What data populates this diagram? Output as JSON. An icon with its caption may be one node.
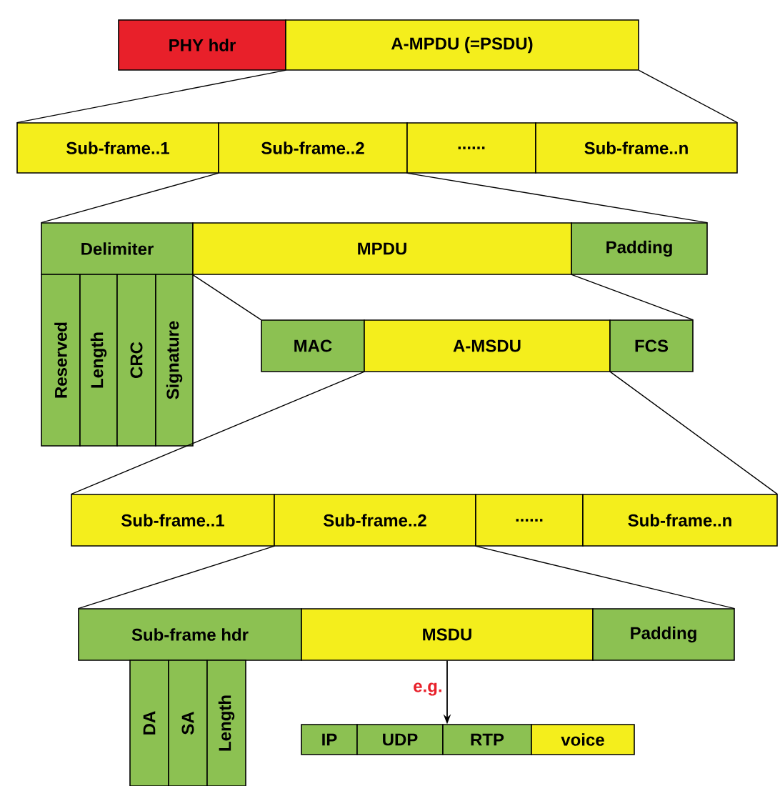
{
  "diagram": {
    "nodes": [
      {
        "text": [
          "PHY hdr"
        ]
      },
      {
        "text": [
          "A-MPDU (=PSDU)"
        ]
      },
      {
        "text": [
          "Sub-frame..1"
        ]
      },
      {
        "text": [
          "Sub-frame..2"
        ]
      },
      {
        "text": [
          "......"
        ]
      },
      {
        "text": [
          "Sub-frame..n"
        ]
      },
      {
        "text": [
          "Delimiter"
        ]
      },
      {
        "text": [
          "MPDU"
        ]
      },
      {
        "text": [
          "Padding"
        ]
      },
      {
        "text": [
          "Reserved"
        ]
      },
      {
        "text": [
          "Length"
        ]
      },
      {
        "text": [
          "CRC"
        ]
      },
      {
        "text": [
          "Signature"
        ]
      },
      {
        "text": [
          "MAC"
        ]
      },
      {
        "text": [
          "A-MSDU"
        ]
      },
      {
        "text": [
          "FCS"
        ]
      },
      {
        "text": [
          "Sub-frame..1"
        ]
      },
      {
        "text": [
          "Sub-frame..2"
        ]
      },
      {
        "text": [
          "......"
        ]
      },
      {
        "text": [
          "Sub-frame..n"
        ]
      },
      {
        "text": [
          "Sub-frame hdr"
        ]
      },
      {
        "text": [
          "MSDU"
        ]
      },
      {
        "text": [
          "Padding"
        ]
      },
      {
        "text": [
          "DA"
        ]
      },
      {
        "text": [
          "SA"
        ]
      },
      {
        "text": [
          "Length"
        ]
      },
      {
        "text": [
          "IP"
        ]
      },
      {
        "text": [
          "UDP"
        ]
      },
      {
        "text": [
          "RTP"
        ]
      },
      {
        "text": [
          "voice"
        ]
      }
    ],
    "edges": [
      {
        "from": 1,
        "to": 2,
        "arrow": "none"
      },
      {
        "from": 1,
        "to": 5,
        "arrow": "none"
      },
      {
        "from": 3,
        "to": 6,
        "arrow": "none"
      },
      {
        "from": 3,
        "to": 8,
        "arrow": "none"
      },
      {
        "from": 7,
        "to": 13,
        "arrow": "none"
      },
      {
        "from": 7,
        "to": 15,
        "arrow": "none"
      },
      {
        "from": 14,
        "to": 16,
        "arrow": "none"
      },
      {
        "from": 14,
        "to": 19,
        "arrow": "none"
      },
      {
        "from": 17,
        "to": 20,
        "arrow": "none"
      },
      {
        "from": 17,
        "to": 22,
        "arrow": "none"
      },
      {
        "from": 21,
        "to": 28,
        "arrow": "to",
        "label": "e.g."
      }
    ]
  }
}
